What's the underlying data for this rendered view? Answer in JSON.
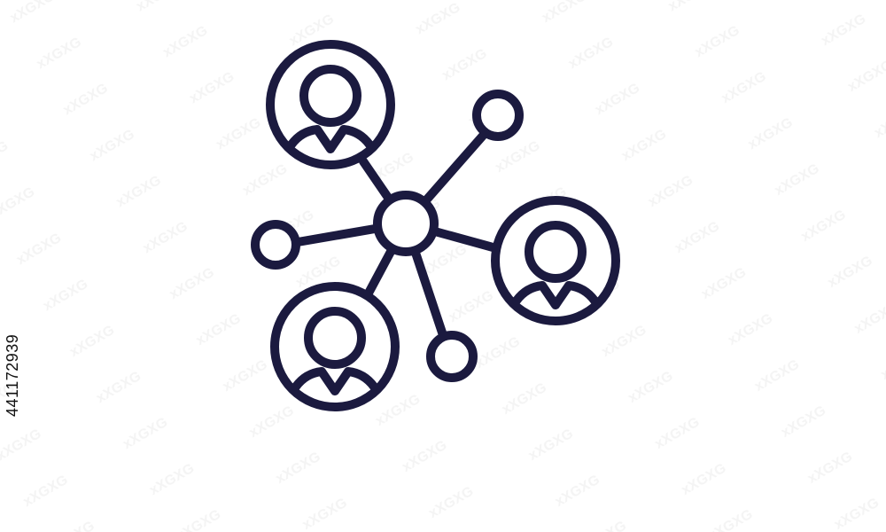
{
  "image": {
    "stock_id": "441172939",
    "stroke_color": "#1b1a3f",
    "background_color": "#ffffff"
  },
  "icon": {
    "name": "network-people-icon",
    "description_label": "",
    "nodes": [
      {
        "kind": "person",
        "name": "person-avatar-top-left-icon"
      },
      {
        "kind": "person",
        "name": "person-avatar-right-icon"
      },
      {
        "kind": "person",
        "name": "person-avatar-bottom-left-icon"
      },
      {
        "kind": "dot",
        "name": "node-dot-top-right-icon"
      },
      {
        "kind": "dot",
        "name": "node-dot-left-icon"
      },
      {
        "kind": "dot",
        "name": "node-dot-bottom-icon"
      },
      {
        "kind": "hub",
        "name": "hub-node-icon"
      }
    ]
  }
}
